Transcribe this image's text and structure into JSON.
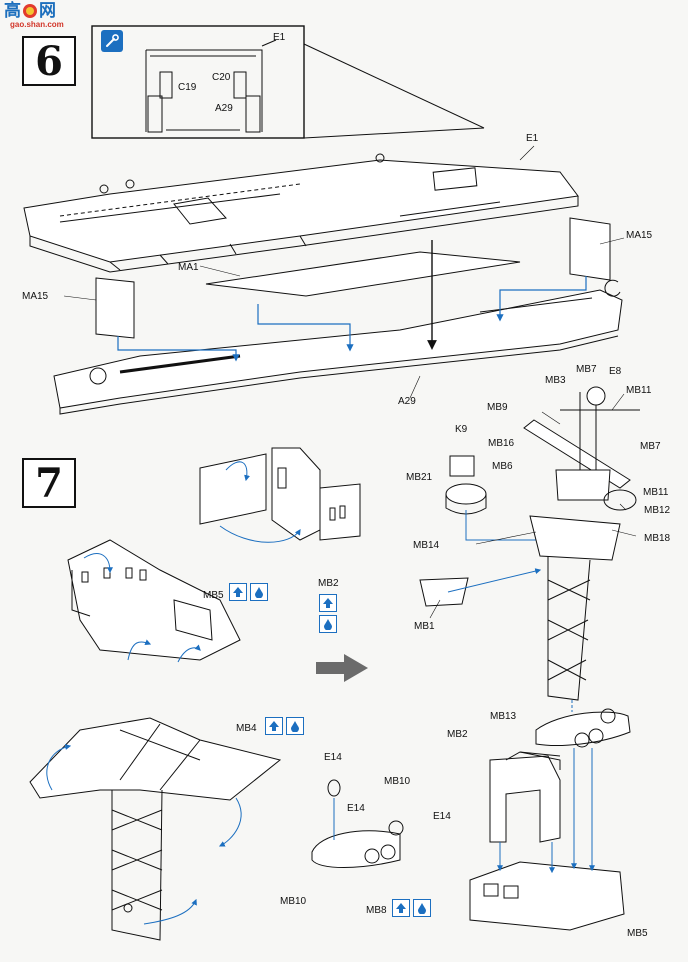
{
  "watermark": {
    "site_name": "高",
    "site_name2": "网",
    "url": "gao.shan.com"
  },
  "steps": {
    "six": "6",
    "seven": "7"
  },
  "icons": {
    "detail": "brush-detail-icon",
    "assembly": "assembly-arrow-icon",
    "glue": "glue-drop-icon"
  },
  "colors": {
    "accent": "#1c6fc0",
    "line": "#111111",
    "arrow_grey": "#6b6b6b"
  },
  "step6_labels": {
    "inset_e1": "E1",
    "inset_c19": "C19",
    "inset_c20": "C20",
    "inset_a29": "A29",
    "e1": "E1",
    "ma15_right": "MA15",
    "ma15_left": "MA15",
    "ma1": "MA1",
    "a29": "A29"
  },
  "step7_labels": {
    "mb5_left": "MB5",
    "mb2_left": "MB2",
    "mb4": "MB4",
    "e14_top": "E14",
    "mb10_top": "MB10",
    "e14_mid": "E14",
    "e14_right": "E14",
    "mb10_bottom": "MB10",
    "mb8": "MB8",
    "k9": "K9",
    "mb21": "MB21",
    "mb3": "MB3",
    "mb7_top": "MB7",
    "e8": "E8",
    "mb11_top": "MB11",
    "mb9": "MB9",
    "mb7_right": "MB7",
    "mb16": "MB16",
    "mb6": "MB6",
    "mb11_mid": "MB11",
    "mb12": "MB12",
    "mb18": "MB18",
    "mb14": "MB14",
    "mb1": "MB1",
    "mb13": "MB13",
    "mb2_right": "MB2",
    "mb5_right": "MB5"
  }
}
